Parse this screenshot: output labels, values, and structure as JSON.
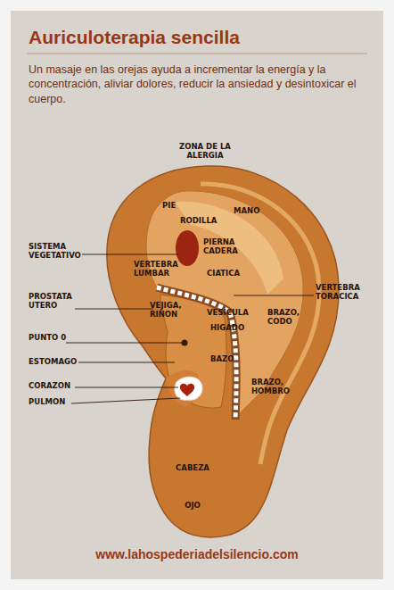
{
  "diagram": {
    "title": "Auriculoterapia sencilla",
    "labels": [
      "Un masaje en las orejas ayuda a incrementar la energía y la concentración, aliviar dolores, reducir la ansiedad y desintoxicar el cuerpo.",
      "ZONA DE LA ALERGIA",
      "PIE",
      "RODILLA",
      "MANO",
      "PIERNA CADERA",
      "SISTEMA VEGETATIVO",
      "VERTEBRA LUMBAR",
      "CIATICA",
      "VERTEBRA TORACICA",
      "PROSTATA UTERO",
      "VEJIGA, RIÑON",
      "VESICULA",
      "BRAZO, CODO",
      "HIGADO",
      "PUNTO 0",
      "ESTOMAGO",
      "BAZO",
      "BRAZO, HOMBRO",
      "CORAZON",
      "PULMON",
      "CABEZA",
      "OJO",
      "www.lahospederiadelsilencio.com"
    ]
  }
}
